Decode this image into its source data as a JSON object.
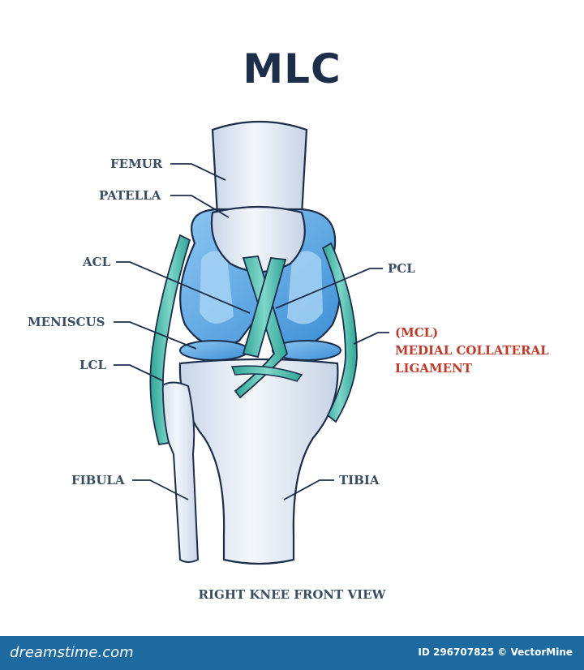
{
  "title": "MLC",
  "labels": {
    "femur": "FEMUR",
    "patella": "PATELLA",
    "acl": "ACL",
    "meniscus": "MENISCUS",
    "lcl": "LCL",
    "fibula": "FIBULA",
    "pcl": "PCL",
    "mcl_abbr": "(MCL)",
    "mcl_line1": "MEDIAL COLLATERAL",
    "mcl_line2": "LIGAMENT",
    "tibia": "TIBIA"
  },
  "caption": "RIGHT KNEE FRONT VIEW",
  "footer": {
    "brand": "dreamstime.com",
    "image_id": "ID 296707825 © VectorMine"
  },
  "colors": {
    "title": "#1d2e4a",
    "label": "#3a4d63",
    "mcl_label": "#c0392b",
    "bone": "#dfe8f3",
    "cartilage": "#5aa8e6",
    "ligament": "#3fb6a8",
    "footer": "#1d6aa0"
  }
}
